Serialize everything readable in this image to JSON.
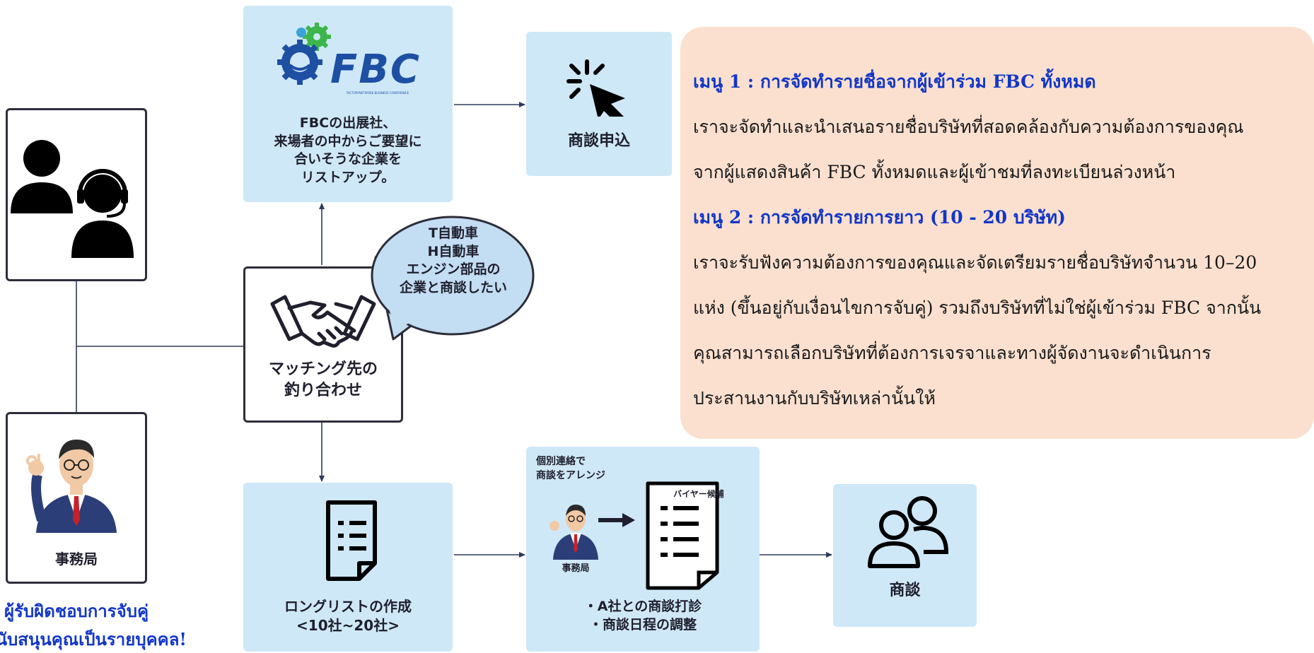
{
  "colors": {
    "box_fill": "#cfe8f7",
    "border": "#2d2d3a",
    "panel_fill": "#fbe0cf",
    "menu_accent": "#1237c7",
    "fbc_blue": "#1d4fa3",
    "fbc_green": "#3cb54a"
  },
  "fbc": {
    "logo": "FBC",
    "logo_tagline": "FACTORYNETWORK BUSINESS CONFERENCE",
    "description_lines": [
      "FBCの出展社、",
      "来場者の中からご要望に",
      "合いそうな企業を",
      "リストアップ。"
    ]
  },
  "apply": {
    "label": "商談申込",
    "icon": "click-cursor-icon"
  },
  "matching": {
    "lines": [
      "マッチング先の",
      "釣り合わせ"
    ],
    "icon": "handshake-icon"
  },
  "speech": {
    "lines": [
      "T自動車",
      "H自動車",
      "エンジン部品の",
      "企業と商談したい"
    ]
  },
  "secretariat": {
    "label": "事務局"
  },
  "longlist": {
    "lines": [
      "ロングリストの作成",
      "<10社~20社>"
    ],
    "icon": "document-list-icon"
  },
  "arrange": {
    "note_lines": [
      "個別連絡で",
      "商談をアレンジ"
    ],
    "doc_tag": "バイヤー候補",
    "staff_label": "事務局",
    "bullets": [
      "・A社との商談打診",
      "・商談日程の調整"
    ]
  },
  "meeting": {
    "label": "商談",
    "icon": "people-icon"
  },
  "panel": {
    "menu1_title": "เมนู 1 : การจัดทำรายชื่อจากผู้เข้าร่วม FBC ทั้งหมด",
    "menu1_lines": [
      "เราจะจัดทำและนำเสนอรายชื่อบริษัทที่สอดคล้องกับความต้องการของคุณ",
      "จากผู้แสดงสินค้า FBC ทั้งหมดและผู้เข้าชมที่ลงทะเบียนล่วงหน้า"
    ],
    "menu2_title": "เมนู 2 : การจัดทำรายการยาว (10 - 20 บริษัท)",
    "menu2_lines": [
      "เราจะรับฟังความต้องการของคุณและจัดเตรียมรายชื่อบริษัทจำนวน 10–20",
      "แห่ง (ขึ้นอยู่กับเงื่อนไขการจับคู่) รวมถึงบริษัทที่ไม่ใช่ผู้เข้าร่วม FBC จากนั้น",
      "คุณสามารถเลือกบริษัทที่ต้องการเจรจาและทางผู้จัดงานจะดำเนินการ",
      "ประสานงานกับบริษัทเหล่านั้นให้"
    ]
  },
  "footer": {
    "lines": [
      "ผู้รับผิดชอบการจับคู่",
      "จะสนับสนุนคุณเป็นรายบุคคล!"
    ]
  }
}
